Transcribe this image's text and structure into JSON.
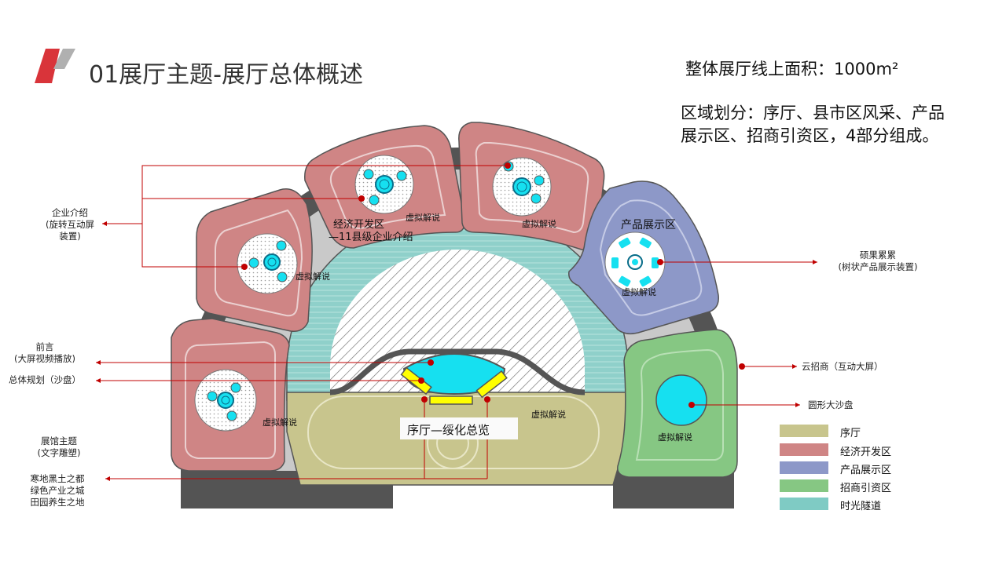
{
  "header": {
    "title": "01展厅主题-展厅总体概述",
    "area": "整体展厅线上面积：1000m²",
    "division": "区域划分：序厅、县市区风采、产品展示区、招商引资区，4部分组成。"
  },
  "zones": {
    "econ_label": "经济开发区",
    "econ_sub": "—11县级企业介绍",
    "product_label": "产品展示区",
    "lobby_label": "序厅—绥化总览"
  },
  "virtual_label": "虚拟解说",
  "annotations": {
    "company_intro": [
      "企业介绍",
      "(旋转互动屏",
      "装置)"
    ],
    "foreword": [
      "前言",
      "(大屏视频播放)"
    ],
    "planning": "总体规划（沙盘）",
    "hall_theme": [
      "展馆主题",
      "(文字雕塑)"
    ],
    "slogans": [
      "寒地黑土之都",
      "绿色产业之城",
      "田园养生之地"
    ],
    "fruit": [
      "硕果累累",
      "(树状产品展示装置)"
    ],
    "cloud": "云招商（互动大屏）",
    "round_sand": "圆形大沙盘"
  },
  "legend": [
    {
      "label": "序厅",
      "color": "#c8c58d"
    },
    {
      "label": "经济开发区",
      "color": "#cf8585"
    },
    {
      "label": "产品展示区",
      "color": "#8d98c8"
    },
    {
      "label": "招商引资区",
      "color": "#86c783"
    },
    {
      "label": "时光隧道",
      "color": "#7fcbc4"
    }
  ],
  "colors": {
    "logo_red": "#d9343a",
    "logo_grey": "#b0b0b0",
    "ring": "#555555",
    "cyan": "#16e0f0",
    "yellow": "#ffff00",
    "arrow": "#c00000"
  }
}
